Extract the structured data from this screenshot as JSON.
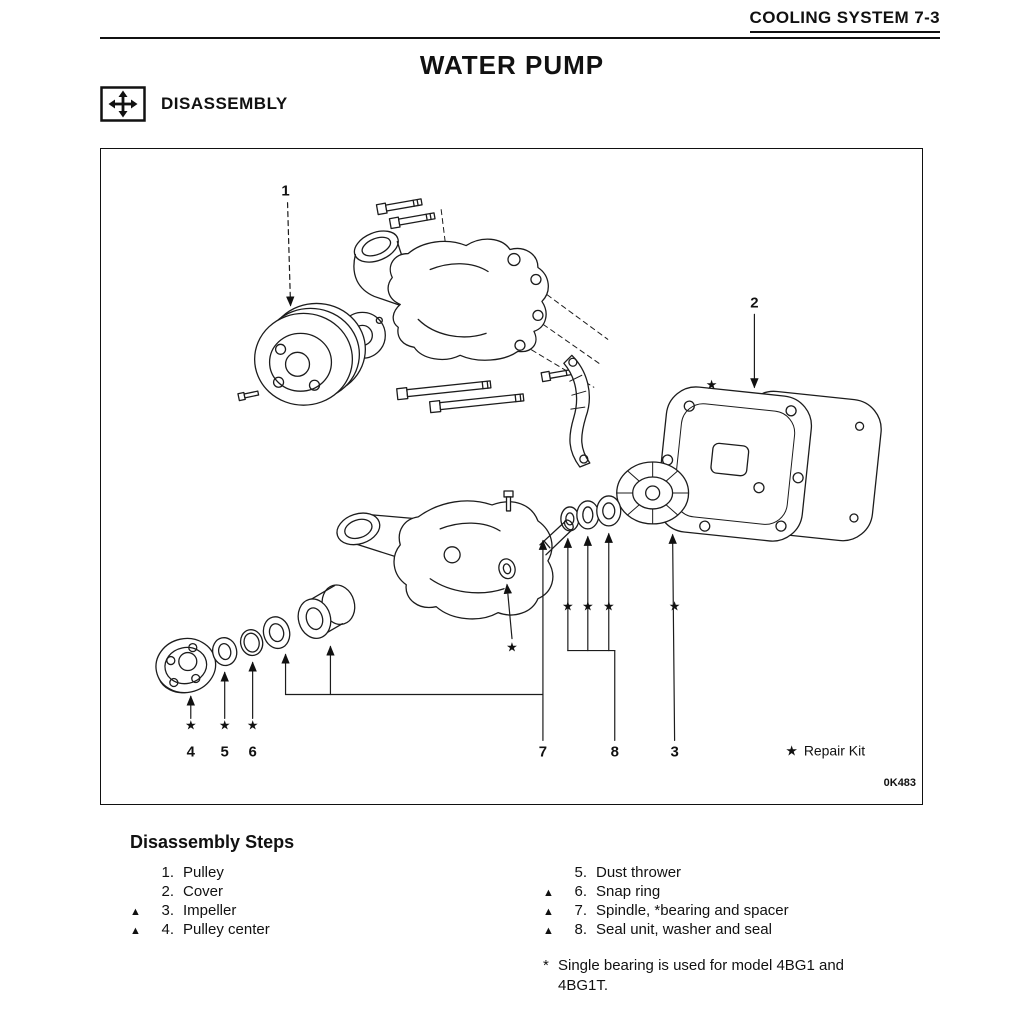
{
  "header": {
    "title": "COOLING SYSTEM 7-3"
  },
  "title": "WATER PUMP",
  "section": {
    "label": "DISASSEMBLY",
    "icon": "move-arrows-icon"
  },
  "figure": {
    "callouts": [
      "1",
      "2",
      "3",
      "4",
      "5",
      "6",
      "7",
      "8"
    ],
    "star": "★",
    "repair_kit_label": "Repair Kit",
    "code": "0K483"
  },
  "steps": {
    "heading": "Disassembly Steps",
    "left": [
      {
        "marker": "",
        "num": "1.",
        "label": "Pulley"
      },
      {
        "marker": "",
        "num": "2.",
        "label": "Cover"
      },
      {
        "marker": "▲",
        "num": "3.",
        "label": "Impeller"
      },
      {
        "marker": "▲",
        "num": "4.",
        "label": "Pulley center"
      }
    ],
    "right": [
      {
        "marker": "",
        "num": "5.",
        "label": "Dust thrower"
      },
      {
        "marker": "▲",
        "num": "6.",
        "label": "Snap ring"
      },
      {
        "marker": "▲",
        "num": "7.",
        "label": "Spindle, *bearing and spacer"
      },
      {
        "marker": "▲",
        "num": "8.",
        "label": "Seal unit, washer and seal"
      }
    ],
    "footnote": {
      "marker": "*",
      "line1": "Single bearing is used for model 4BG1 and",
      "line2": "4BG1T."
    }
  }
}
